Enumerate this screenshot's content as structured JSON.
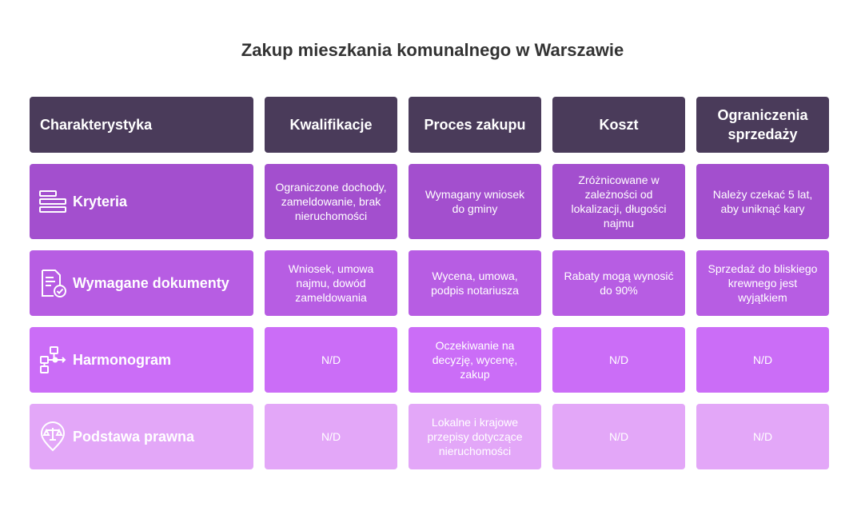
{
  "title": "Zakup mieszkania komunalnego w Warszawie",
  "columns": [
    "Charakterystyka",
    "Kwalifikacje",
    "Proces zakupu",
    "Koszt",
    "Ograniczenia sprzedaży"
  ],
  "rows": [
    {
      "label": "Kryteria",
      "icon": "list-icon",
      "cells": [
        "Ograniczone dochody, zameldowanie, brak nieruchomości",
        "Wymagany wniosek do gminy",
        "Zróżnicowane w zależności od lokalizacji, długości najmu",
        "Należy czekać 5 lat, aby uniknąć kary"
      ]
    },
    {
      "label": "Wymagane dokumenty",
      "icon": "document-check-icon",
      "cells": [
        "Wniosek, umowa najmu, dowód zameldowania",
        "Wycena, umowa, podpis notariusza",
        "Rabaty mogą wynosić do 90%",
        "Sprzedaż do bliskiego krewnego jest wyjątkiem"
      ]
    },
    {
      "label": "Harmonogram",
      "icon": "flowchart-icon",
      "cells": [
        "N/D",
        "Oczekiwanie na decyzję, wycenę, zakup",
        "N/D",
        "N/D"
      ]
    },
    {
      "label": "Podstawa prawna",
      "icon": "scales-pin-icon",
      "cells": [
        "N/D",
        "Lokalne i krajowe przepisy dotyczące nieruchomości",
        "N/D",
        "N/D"
      ]
    }
  ],
  "colors": {
    "header": "#4a3b5a",
    "row1": "#a34fce",
    "row2": "#b75de3",
    "row3": "#cb6df7",
    "row4": "#e3a7f8"
  }
}
